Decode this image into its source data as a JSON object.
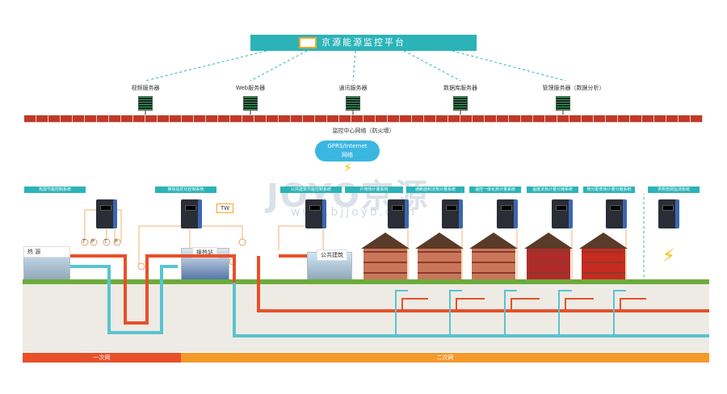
{
  "platform": {
    "title": "京源能源监控平台",
    "icon": "monitor-icon"
  },
  "servers": [
    {
      "label": "视频服务器"
    },
    {
      "label": "Web服务器"
    },
    {
      "label": "通讯服务器"
    },
    {
      "label": "数据库服务器"
    },
    {
      "label": "管理服务器（数据分析）"
    }
  ],
  "network": {
    "label": "监控中心网络（防火墙）"
  },
  "cloud": {
    "line1": "GPRS/Internet",
    "line2": "网络"
  },
  "watermark": {
    "brand": "JOYO京源",
    "url": "www.bjjoyo.com"
  },
  "systems": [
    {
      "label": "热源节能控制系统"
    },
    {
      "label": "换热站优化控制系统"
    },
    {
      "label": "公共建筑节能控制系统"
    },
    {
      "label": "户用热计量系统"
    },
    {
      "label": "通断面积法热计量系统"
    },
    {
      "label": "温控一体化热计量系统"
    },
    {
      "label": "温度法热计量分摊系统"
    },
    {
      "label": "热分配表热计量分摊系统"
    },
    {
      "label": "供热管网监测系统"
    }
  ],
  "sites": {
    "heat_source": "热 源",
    "station": "换热站",
    "public": "公共建筑",
    "tw": "TW"
  },
  "sensors": {
    "t": "T",
    "p": "P"
  },
  "bars": {
    "primary": "一次网",
    "secondary": "二次网"
  },
  "colors": {
    "accent": "#2bb3b8",
    "supply": "#e8502a",
    "return": "#59c4d0"
  }
}
